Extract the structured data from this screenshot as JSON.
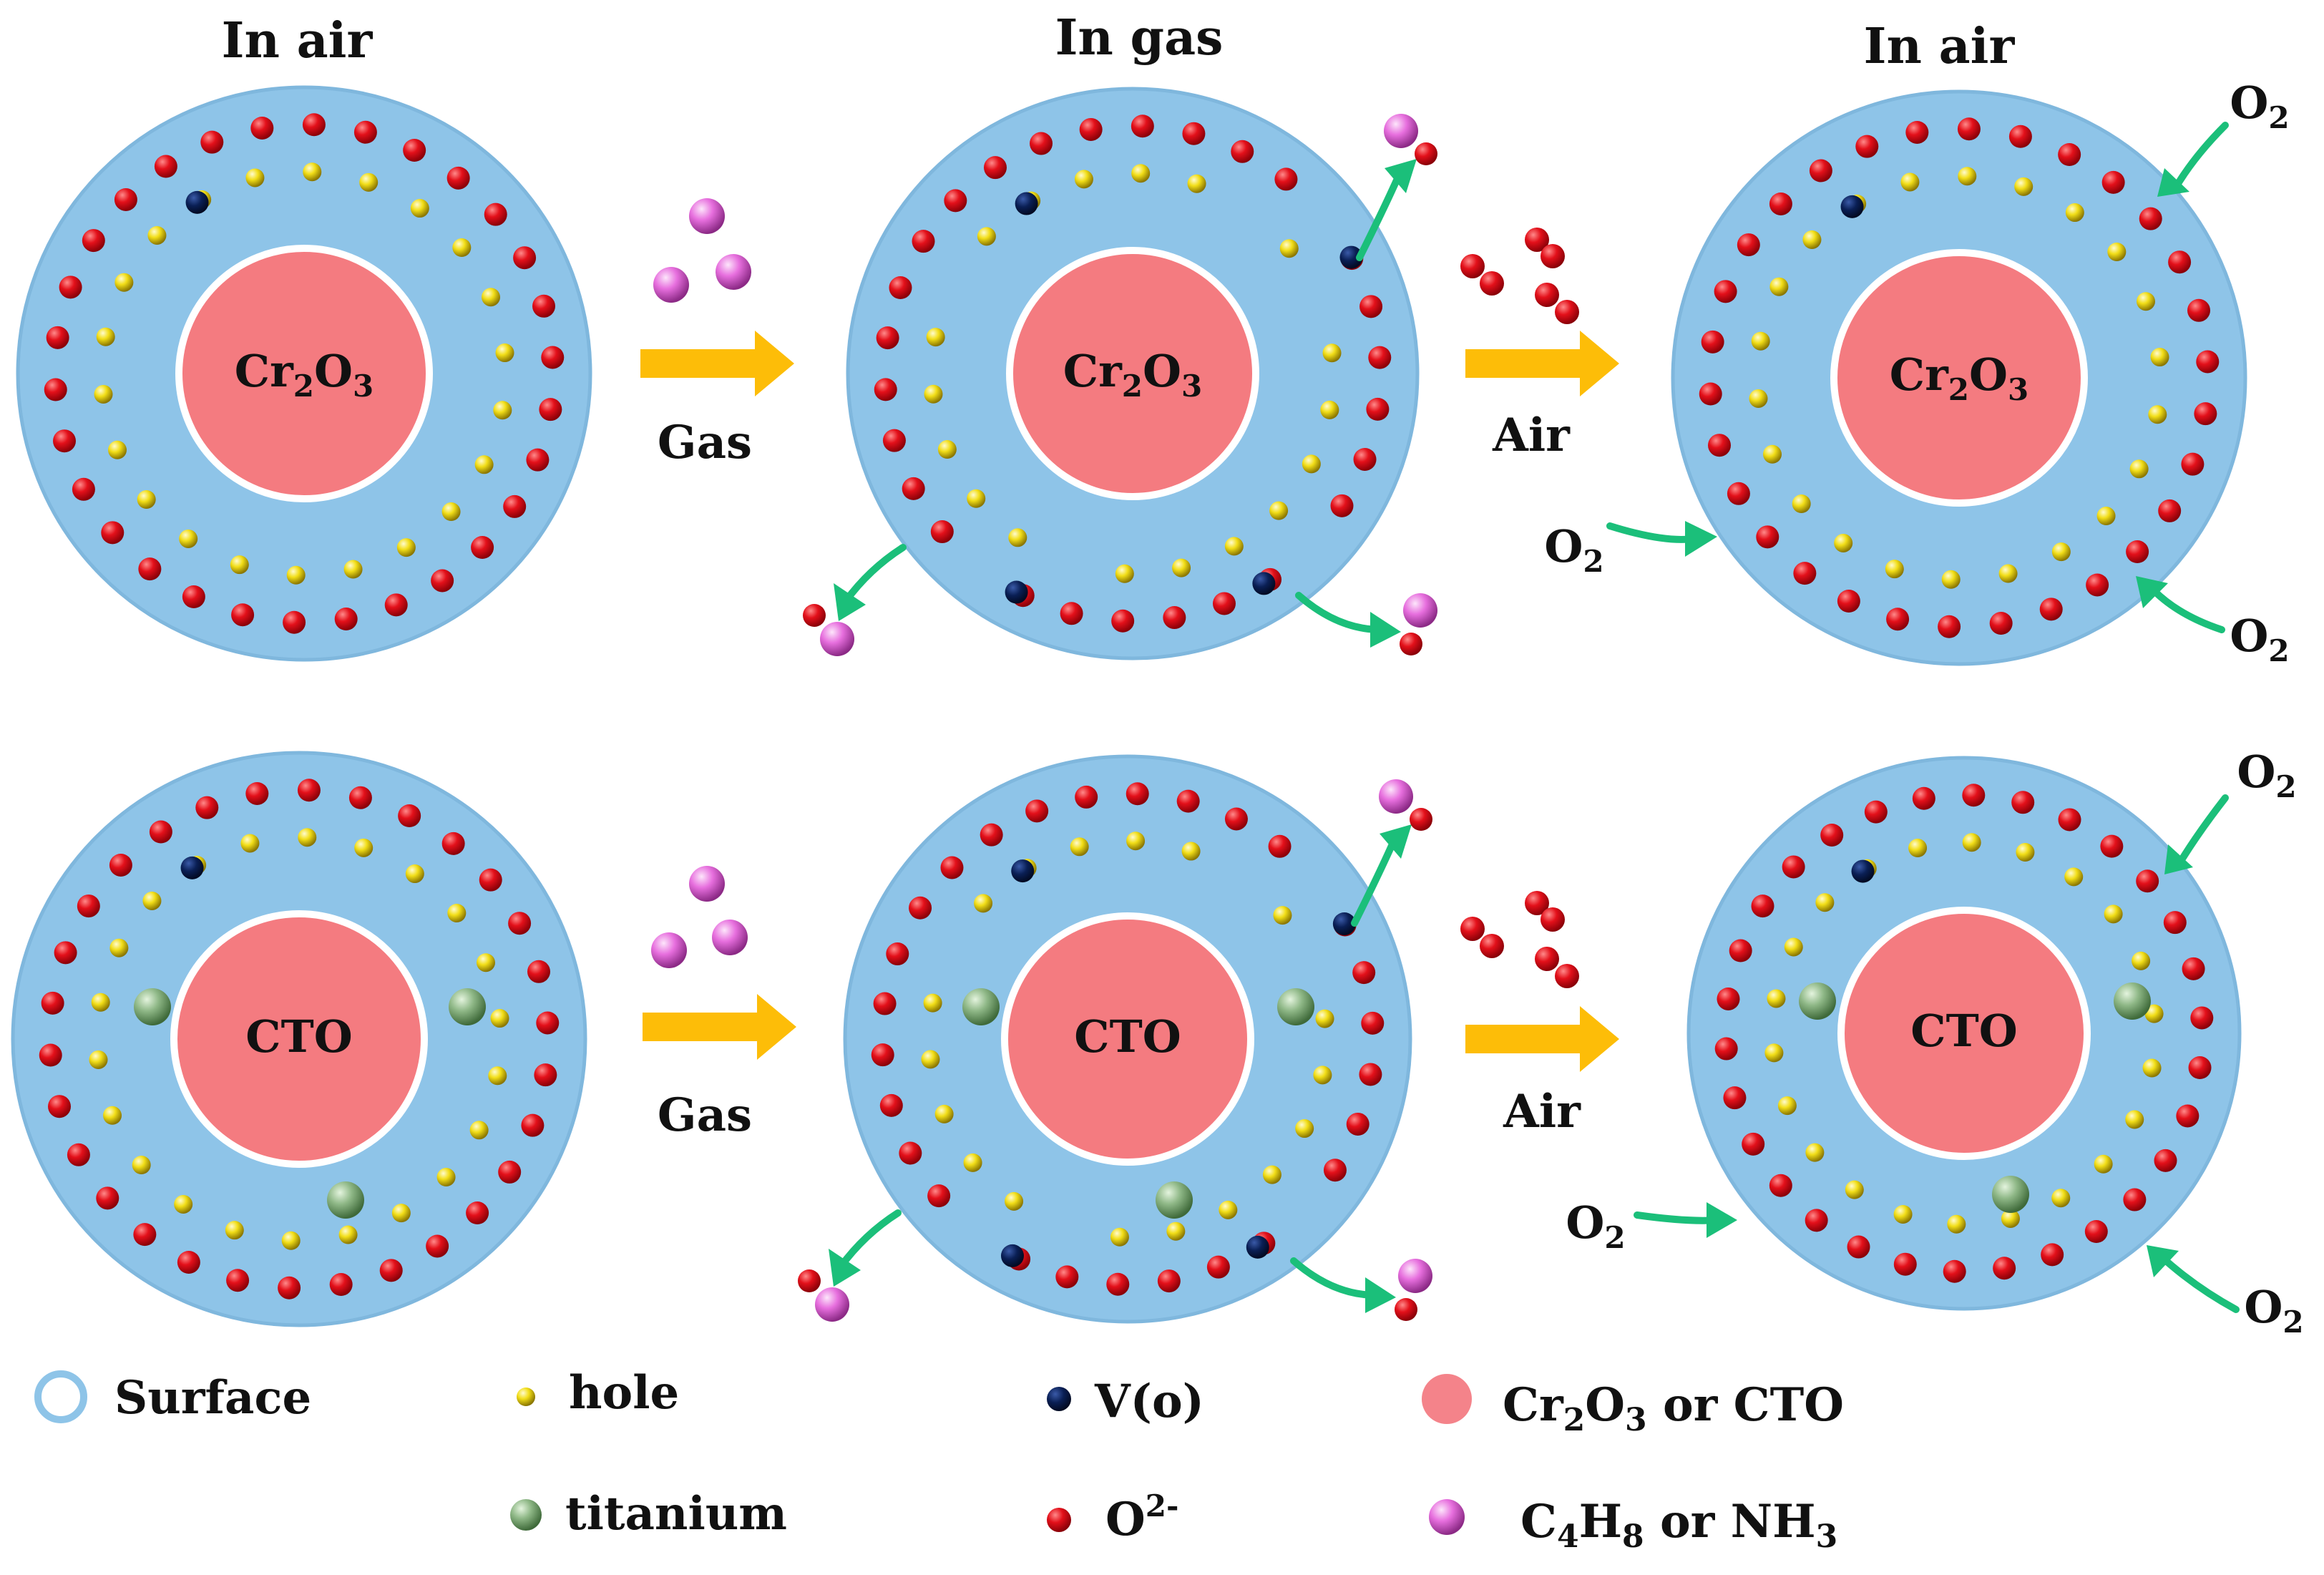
{
  "headers": {
    "in_air_1": "In air",
    "in_gas": "In gas",
    "in_air_2": "In air"
  },
  "core_labels": {
    "cr2o3": {
      "main": "Cr",
      "sub1": "2",
      "mid": "O",
      "sub2": "3"
    },
    "cto": "CTO"
  },
  "arrows": {
    "gas": "Gas",
    "air": "Air"
  },
  "o2_label": {
    "main": "O",
    "sub": "2"
  },
  "legend": {
    "surface": "Surface",
    "hole": "hole",
    "titanium": "titanium",
    "vo": "V(o)",
    "o2minus": {
      "main": "O",
      "sup": "2-"
    },
    "core": {
      "a": "Cr",
      "a_sub": "2",
      "b": "O",
      "b_sub": "3",
      "rest": " or CTO"
    },
    "adsorbate": {
      "a": "C",
      "a_sub": "4",
      "b": "H",
      "b_sub": "8",
      "c": " or NH",
      "c_sub": "3"
    }
  },
  "colors": {
    "shell": "#8ec4e8",
    "shell_border": "#7fb7dd",
    "core": "#f47b80",
    "o2minus": "#e3101a",
    "hole": "#f2de18",
    "vacancy": "#0a1f55",
    "titanium": "#8fb887",
    "adsorbate": "#e76fde",
    "yellow_arrow": "#fdbd08",
    "green_arrow": "#1bbf7a"
  }
}
